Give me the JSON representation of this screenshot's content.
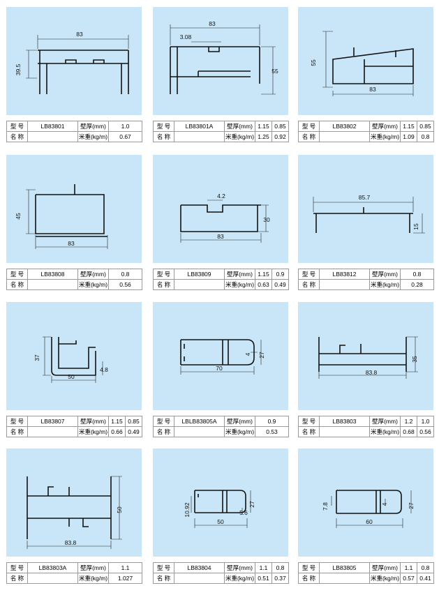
{
  "labels": {
    "model": "型 号",
    "name": "名 称",
    "wall": "壁厚(mm)",
    "weight": "米重(kg/m)"
  },
  "cards": [
    {
      "model": "LB83801",
      "wall": [
        "1.0"
      ],
      "weight": [
        "0.67"
      ],
      "dims": [
        "83",
        "39.5"
      ]
    },
    {
      "model": "LB83801A",
      "wall": [
        "1.15",
        "0.85"
      ],
      "weight": [
        "1.25",
        "0.92"
      ],
      "dims": [
        "83",
        "3.08",
        "55"
      ]
    },
    {
      "model": "LB83802",
      "wall": [
        "1.15",
        "0.85"
      ],
      "weight": [
        "1.09",
        "0.8"
      ],
      "dims": [
        "55",
        "83"
      ]
    },
    {
      "model": "LB83808",
      "wall": [
        "0.8"
      ],
      "weight": [
        "0.56"
      ],
      "dims": [
        "45",
        "83"
      ]
    },
    {
      "model": "LB83809",
      "wall": [
        "1.15",
        "0.9"
      ],
      "weight": [
        "0.63",
        "0.49"
      ],
      "dims": [
        "4.2",
        "30",
        "83"
      ]
    },
    {
      "model": "LB83812",
      "wall": [
        "0.8"
      ],
      "weight": [
        "0.28"
      ],
      "dims": [
        "85.7",
        "15"
      ]
    },
    {
      "model": "LB83807",
      "wall": [
        "1.15",
        "0.85"
      ],
      "weight": [
        "0.66",
        "0.49"
      ],
      "dims": [
        "37",
        "50",
        "4.8"
      ]
    },
    {
      "model": "LBLB83805A",
      "wall": [
        "0.9"
      ],
      "weight": [
        "0.53"
      ],
      "dims": [
        "4",
        "27",
        "70"
      ]
    },
    {
      "model": "LB83803",
      "wall": [
        "1.2",
        "1.0"
      ],
      "weight": [
        "0.68",
        "0.56"
      ],
      "dims": [
        "35",
        "83.8"
      ]
    },
    {
      "model": "LB83803A",
      "wall": [
        "1.1"
      ],
      "weight": [
        "1.027"
      ],
      "dims": [
        "50",
        "83.8"
      ]
    },
    {
      "model": "LB83804",
      "wall": [
        "1.1",
        "0.8"
      ],
      "weight": [
        "0.51",
        "0.37"
      ],
      "dims": [
        "10.92",
        "27",
        "5.6",
        "50"
      ]
    },
    {
      "model": "LB83805",
      "wall": [
        "1.1",
        "0.8"
      ],
      "weight": [
        "0.57",
        "0.41"
      ],
      "dims": [
        "7.8",
        "4",
        "27",
        "60"
      ]
    }
  ]
}
